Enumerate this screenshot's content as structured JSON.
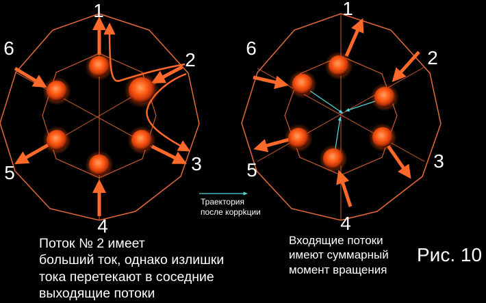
{
  "left_diagram": {
    "labels": [
      "1",
      "2",
      "3",
      "4",
      "5",
      "6"
    ]
  },
  "right_diagram": {
    "labels": [
      "1",
      "2",
      "3",
      "4",
      "5",
      "6"
    ]
  },
  "legend": {
    "lines": [
      "Траектория",
      "после коррkции"
    ]
  },
  "caption_left": {
    "lines": [
      "Поток № 2 имеет",
      "больший ток, однако излишки",
      "тока перетекают в соседние",
      "выходящие потоки"
    ]
  },
  "caption_right": {
    "lines": [
      "Входящие потоки",
      "имеют суммарный",
      "момент вращения"
    ]
  },
  "figure_label": "Рис. 10",
  "colors": {
    "outline": "#e86a3a",
    "arrow": "#ff6a2a",
    "trajectory": "#4fd6d6",
    "background": "#000000"
  }
}
